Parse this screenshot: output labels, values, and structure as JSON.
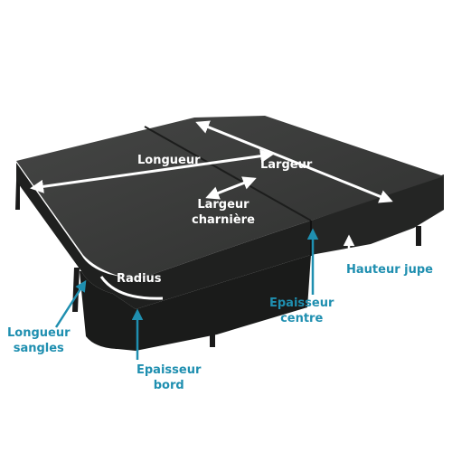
{
  "labels": {
    "longueur": "Longueur",
    "largeur": "Largeur",
    "largeur_charniere": [
      "Largeur",
      "charnière"
    ],
    "radius": "Radius",
    "hauteur_jupe": "Hauteur jupe",
    "epaisseur_centre": [
      "Epaisseur",
      "centre"
    ],
    "longueur_sangles": [
      "Longueur",
      "sangles"
    ],
    "epaisseur_bord": [
      "Epaisseur",
      "bord"
    ]
  },
  "colors": {
    "cover_top": "#3a3b3a",
    "cover_side": "#1f201f",
    "annotation_white": "#ffffff",
    "annotation_blue": "#1f8fb0"
  }
}
